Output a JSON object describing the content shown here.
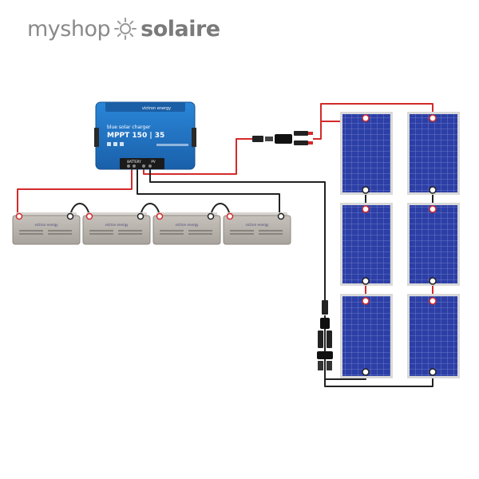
{
  "logo": {
    "part1": "myshop",
    "part2": "solaire",
    "sun_icon": "sun-icon"
  },
  "controller": {
    "brand": "victron energy",
    "subtitle": "blue solar charger",
    "model": "MPPT 150 | 35",
    "battery_label": "BATTERY",
    "pv_label": "PV"
  },
  "battery": {
    "brand": "victron energy"
  },
  "colors": {
    "positive_wire": "#d42a2a",
    "negative_wire": "#222222",
    "controller": "#1f74c4",
    "panel_cell": "#2d3fa8",
    "panel_frame": "#d9d9d9",
    "battery_body": "#b7b1ab"
  }
}
